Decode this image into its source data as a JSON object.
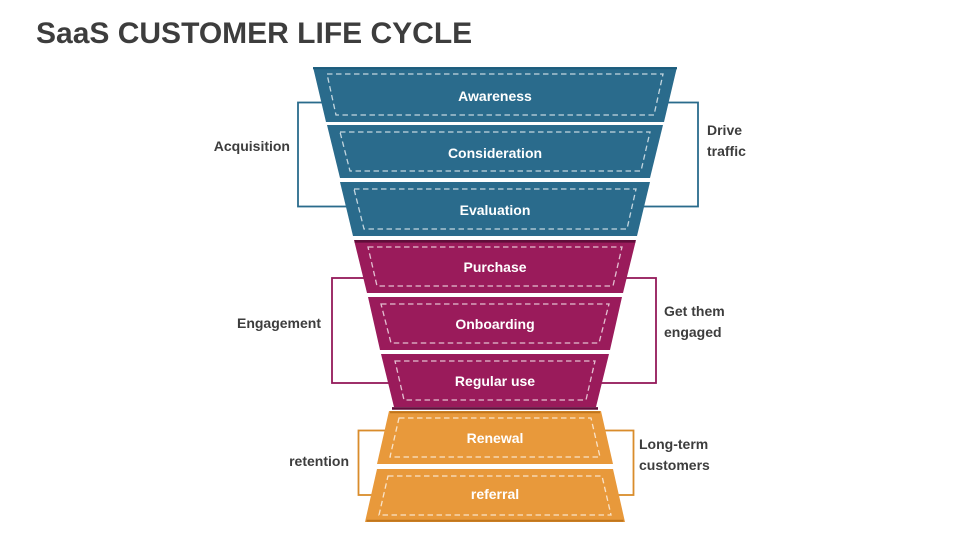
{
  "slide_title": "SaaS CUSTOMER LIFE CYCLE",
  "funnel": {
    "stages": [
      {
        "label": "Awareness"
      },
      {
        "label": "Consideration"
      },
      {
        "label": "Evaluation"
      },
      {
        "label": "Purchase"
      },
      {
        "label": "Onboarding"
      },
      {
        "label": "Regular use"
      },
      {
        "label": "Renewal"
      },
      {
        "label": "referral"
      }
    ]
  },
  "phases": [
    {
      "name": "acquisition",
      "left_label": "Acquisition",
      "right_label": "Drive traffic",
      "color": "#2A6B8C",
      "bracket_color": "#2A6B8C"
    },
    {
      "name": "engagement",
      "left_label": "Engagement",
      "right_label": "Get them engaged",
      "color": "#9A1B5B",
      "bracket_color": "#94195A"
    },
    {
      "name": "retention",
      "left_label": "retention",
      "right_label": "Long-term customers",
      "color": "#E8993B",
      "bracket_color": "#D98C2B"
    }
  ],
  "title_color": "#3D3D3D",
  "stage_text_color": "#FFFFFF"
}
